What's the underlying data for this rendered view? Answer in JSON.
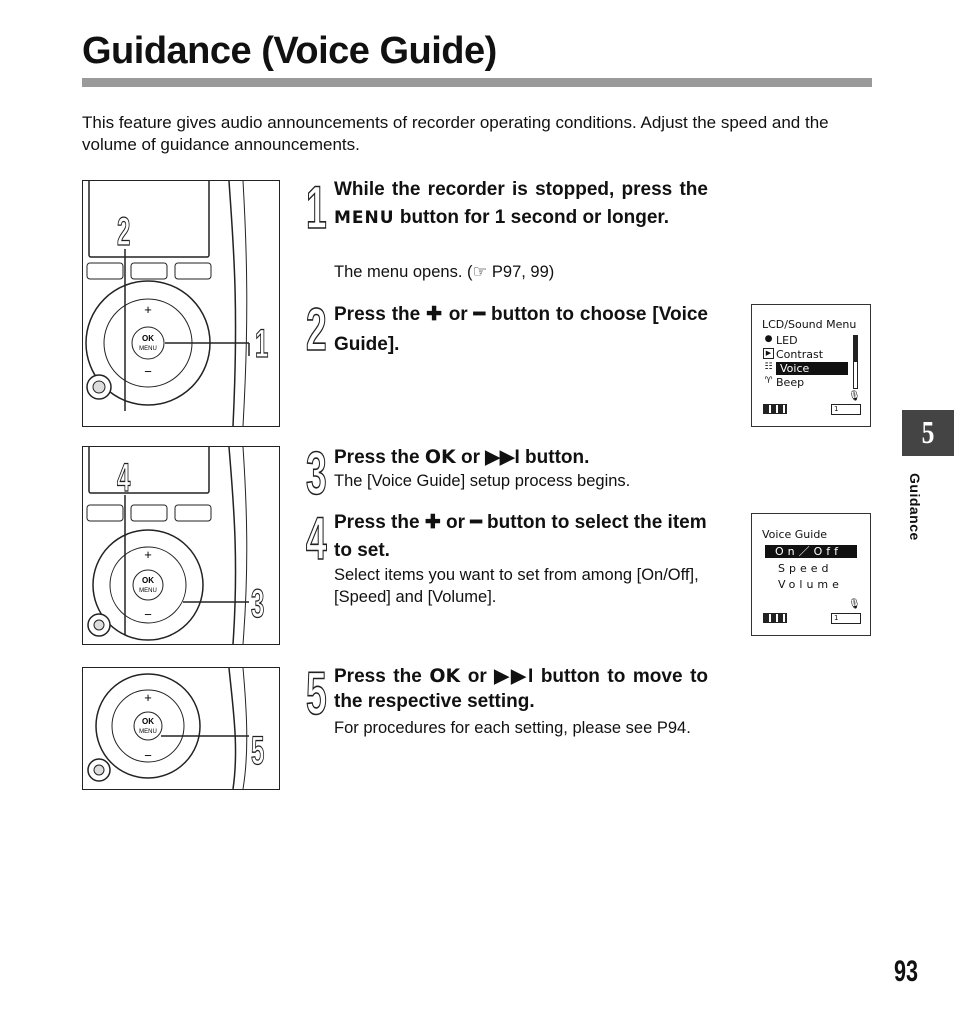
{
  "title": "Guidance (Voice Guide)",
  "intro": "This feature gives audio announcements of recorder operating conditions. Adjust the speed and the volume of guidance announcements.",
  "steps": [
    {
      "num": "1",
      "head_a": "While the recorder is stopped, press the ",
      "menu_word": "MENU",
      "head_b": " button for 1 second or longer.",
      "body_a": "The menu opens. (",
      "ref_icon": "☞",
      "body_b": " P97, 99)"
    },
    {
      "num": "2",
      "head_a": "Press the ",
      "plus": "✚",
      "head_or": " or ",
      "minus": "━",
      "head_b": " button to choose [Voice Guide]."
    },
    {
      "num": "3",
      "head_a": "Press the ",
      "ok_word": "OK",
      "head_or": " or ",
      "ff": "▶▶I",
      "head_b": " button.",
      "body": "The [Voice Guide] setup process begins."
    },
    {
      "num": "4",
      "head_a": "Press the ",
      "plus": "✚",
      "head_or": " or ",
      "minus": "━",
      "head_b": " button to select the item to set.",
      "body": "Select items you want to set from among [On/Off], [Speed] and [Volume]."
    },
    {
      "num": "5",
      "head_a": "Press the ",
      "ok_word": "OK",
      "head_or": " or ",
      "ff": "▶▶I",
      "head_b": " button to move to the respective setting.",
      "body": "For procedures for each setting, please see P94."
    }
  ],
  "illustrations": [
    {
      "labels": [
        "2",
        "1"
      ],
      "ok_label": "OK",
      "menu_label": "MENU",
      "plus": "+",
      "minus": "−"
    },
    {
      "labels": [
        "4",
        "3"
      ],
      "ok_label": "OK",
      "menu_label": "MENU",
      "plus": "+",
      "minus": "−"
    },
    {
      "labels": [
        "5"
      ],
      "ok_label": "OK",
      "menu_label": "MENU",
      "plus": "+",
      "minus": "−"
    }
  ],
  "lcd1": {
    "title": "LCD/Sound Menu",
    "items": [
      "LED",
      "Contrast",
      "Voice Guide",
      "Beep"
    ],
    "selected": "Voice Guide",
    "folder": "1"
  },
  "lcd2": {
    "title": "Voice Guide",
    "items": [
      "On／Off",
      "Speed",
      "Volume"
    ],
    "selected": "On／Off",
    "folder": "1"
  },
  "tab_number": "5",
  "side_label": "Guidance",
  "page_number": "93",
  "colors": {
    "tab_bg": "#444444",
    "title_bar": "#9a9a9a"
  }
}
